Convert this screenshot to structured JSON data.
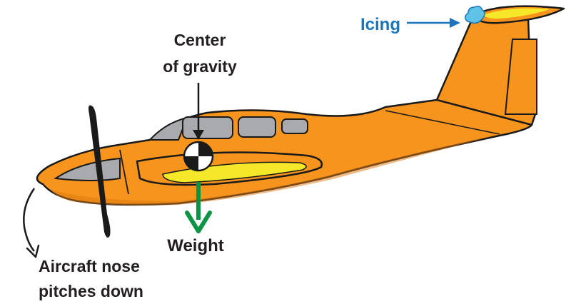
{
  "labels": {
    "icing": "Icing",
    "cog_line1": "Center",
    "cog_line2": "of gravity",
    "weight": "Weight",
    "nose_line1": "Aircraft nose",
    "nose_line2": "pitches down"
  },
  "colors": {
    "fuselage": "#f7941d",
    "fuselage_dark": "#d9780f",
    "highlight": "#f5e829",
    "outline": "#1a1a1a",
    "window": "#a8aaad",
    "icing": "#1b75bb",
    "ice": "#5fc3e8",
    "weight_arrow": "#0b9444",
    "text": "#231f20"
  }
}
